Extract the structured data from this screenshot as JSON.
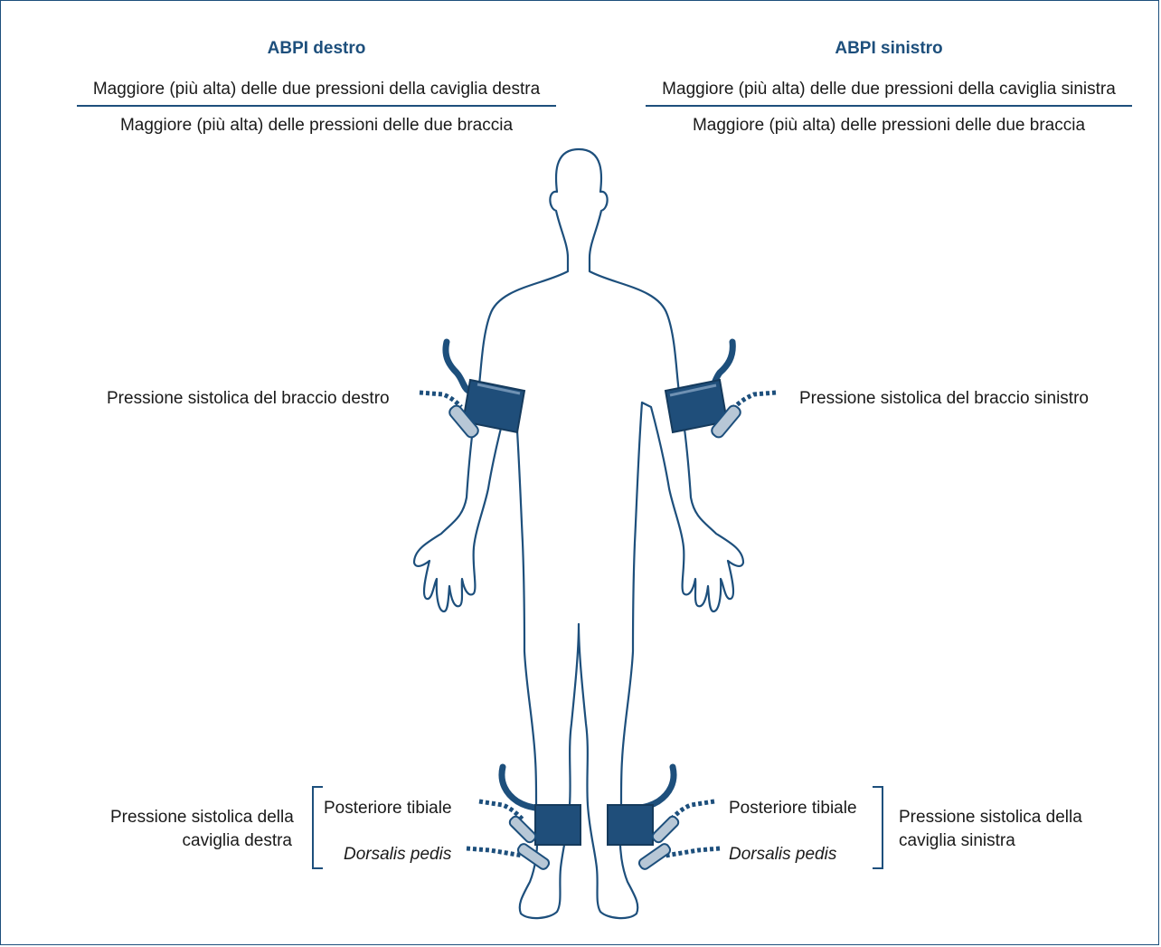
{
  "right_abpi": {
    "title": "ABPI destro",
    "numerator": "Maggiore (più alta) delle due pressioni della caviglia destra",
    "denominator": "Maggiore (più alta) delle pressioni delle due braccia"
  },
  "left_abpi": {
    "title": "ABPI sinistro",
    "numerator": "Maggiore (più alta) delle due pressioni della caviglia sinistra",
    "denominator": "Maggiore (più alta) delle pressioni delle due braccia"
  },
  "labels": {
    "right_arm": "Pressione sistolica del braccio destro",
    "left_arm": "Pressione sistolica del braccio sinistro",
    "right_ankle_line1": "Pressione sistolica della",
    "right_ankle_line2": "caviglia destra",
    "left_ankle_line1": "Pressione sistolica della",
    "left_ankle_line2": "caviglia sinistra",
    "posterior_tibial_right": "Posteriore tibiale",
    "dorsalis_pedis_right": "Dorsalis pedis",
    "posterior_tibial_left": "Posteriore tibiale",
    "dorsalis_pedis_left": "Dorsalis pedis"
  },
  "colors": {
    "accent": "#1d4f7c",
    "cuff": "#1f4e7a",
    "text": "#1a1a1a"
  }
}
